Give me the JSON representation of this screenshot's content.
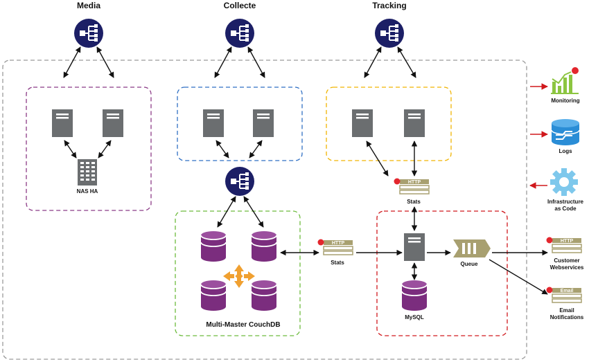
{
  "columns": {
    "media": "Media",
    "collecte": "Collecte",
    "tracking": "Tracking"
  },
  "nodes": {
    "nas_label": "NAS HA",
    "couchdb_label": "Multi-Master CouchDB",
    "mysql_label": "MySQL",
    "queue_label": "Queue",
    "stats_left_label": "Stats",
    "stats_top_label": "Stats",
    "http_tag": "HTTP",
    "email_tag": "Email"
  },
  "side_services": {
    "monitoring": "Monitoring",
    "logs": "Logs",
    "iac_line1": "Infrastructure",
    "iac_line2": "as Code"
  },
  "outputs": {
    "customer_line1": "Customer",
    "customer_line2": "Webservices",
    "email_line1": "Email",
    "email_line2": "Notifications"
  },
  "colors": {
    "balancer": "#1c1f66",
    "server": "#6b6e70",
    "database": "#7b2d7e",
    "media_border": "#8b3a86",
    "collecte_border": "#2f6fc4",
    "tracking_border": "#f0b400",
    "couchdb_border": "#6cbb3c",
    "mysql_border": "#d0181c",
    "outer_border": "#9a9a9a",
    "olive": "#a8a070",
    "red_dot": "#e3262d",
    "monitoring": "#8cc540",
    "logs": "#2a8dd6",
    "iac": "#7ec8ec",
    "replication": "#f0a030",
    "arrow": "#111111",
    "side_arrow": "#d0181c"
  }
}
